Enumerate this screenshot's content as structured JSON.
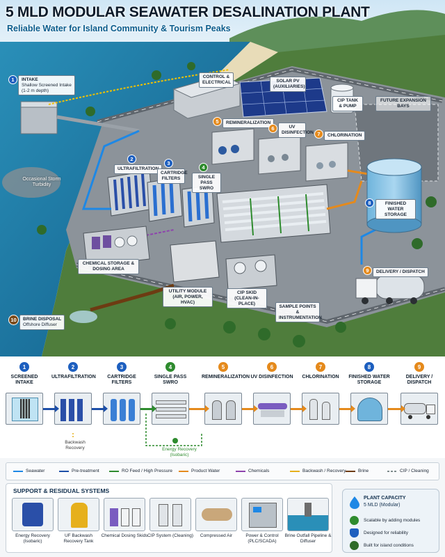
{
  "header": {
    "title": "5 MLD MODULAR SEAWATER DESALINATION PLANT",
    "subtitle": "Reliable Water for Island Community & Tourism Peaks"
  },
  "map_labels": {
    "intake": {
      "num": "1",
      "title": "INTAKE",
      "desc": "Shallow Screened Intake (1-2 m depth)"
    },
    "storm": "Occasional Storm Turbidity",
    "control": "CONTROL & ELECTRICAL",
    "solar": "SOLAR PV (AUXILIARIES)",
    "cip_tank": "CIP TANK & PUMP",
    "future": "FUTURE EXPANSION BAYS",
    "remin": {
      "num": "5",
      "text": "REMINERALIZATION"
    },
    "uv": {
      "num": "6",
      "text": "UV DISINFECTION"
    },
    "chlor": {
      "num": "7",
      "text": "CHLORINATION"
    },
    "uf": {
      "num": "2",
      "text": "ULTRAFILTRATION"
    },
    "cart": {
      "num": "3",
      "text": "CARTRIDGE FILTERS"
    },
    "swro": {
      "num": "4",
      "text": "SINGLE PASS SWRO"
    },
    "finished": {
      "num": "8",
      "text": "FINISHED WATER STORAGE"
    },
    "chem": "CHEMICAL STORAGE & DOSING AREA",
    "utility": "UTILITY MODULE (AIR, POWER, HVAC)",
    "cip_skid": "CIP SKID (CLEAN-IN-PLACE)",
    "delivery": {
      "num": "9",
      "text": "DELIVERY / DISPATCH"
    },
    "sample": "SAMPLE POINTS & INSTRUMENTATION",
    "brine": {
      "num": "10",
      "title": "BRINE DISPOSAL",
      "desc": "Offshore Diffuser"
    }
  },
  "flow": {
    "steps": [
      {
        "num": "1",
        "label": "SCREENED INTAKE",
        "color": "#1d5fbf"
      },
      {
        "num": "2",
        "label": "ULTRAFILTRATION",
        "color": "#1d5fbf"
      },
      {
        "num": "3",
        "label": "CARTRIDGE FILTERS",
        "color": "#1d5fbf"
      },
      {
        "num": "4",
        "label": "SINGLE PASS SWRO",
        "color": "#2e8b2e"
      },
      {
        "num": "5",
        "label": "REMINERALIZATION",
        "color": "#e58a1c"
      },
      {
        "num": "6",
        "label": "UV DISINFECTION",
        "color": "#e58a1c"
      },
      {
        "num": "7",
        "label": "CHLORINATION",
        "color": "#e58a1c"
      },
      {
        "num": "8",
        "label": "FINISHED WATER STORAGE",
        "color": "#1d5fbf"
      },
      {
        "num": "9",
        "label": "DELIVERY / DISPATCH",
        "color": "#e58a1c"
      }
    ],
    "backwash": "Backwash Recovery",
    "energy": "Energy Recovery (Isobaric)"
  },
  "legend": [
    {
      "label": "Seawater",
      "color": "#1e88e5"
    },
    {
      "label": "Pre-treatment",
      "color": "#1d4fa8"
    },
    {
      "label": "RO Feed / High Pressure",
      "color": "#2e8b2e"
    },
    {
      "label": "Product Water",
      "color": "#e58a1c"
    },
    {
      "label": "Chemicals",
      "color": "#8e44ad"
    },
    {
      "label": "Backwash / Recovery",
      "color": "#e6b01c"
    },
    {
      "label": "Brine",
      "color": "#6d3b12"
    },
    {
      "label": "CIP / Cleaning",
      "color": "#7f8c8d"
    }
  ],
  "support": {
    "heading": "SUPPORT & RESIDUAL SYSTEMS",
    "items": [
      {
        "label": "Energy Recovery (Isobaric)"
      },
      {
        "label": "UF Backwash Recovery Tank"
      },
      {
        "label": "Chemical Dosing Skids"
      },
      {
        "label": "CIP System (Cleaning)"
      },
      {
        "label": "Compressed Air"
      },
      {
        "label": "Power & Control (PLC/SCADA)"
      },
      {
        "label": "Brine Outfall Pipeline & Diffuser"
      }
    ]
  },
  "capacity": {
    "title": "PLANT CAPACITY",
    "value": "5 MLD (Modular)",
    "points": [
      "Scalable by adding modules",
      "Designed for reliability",
      "Built for island conditions"
    ]
  },
  "colors": {
    "seawater": "#1e88e5",
    "high_pressure": "#2e8b2e",
    "product": "#e58a1c",
    "brine": "#6d3b12"
  }
}
